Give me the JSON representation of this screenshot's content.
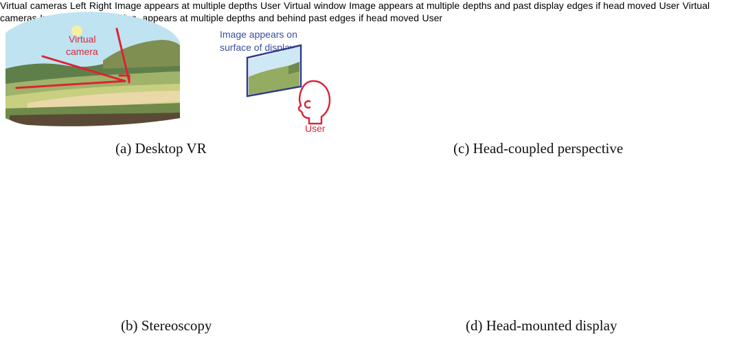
{
  "captions": {
    "a": "(a) Desktop VR",
    "b": "(b) Stereoscopy",
    "c": "(c) Head-coupled perspective",
    "d": "(d) Head-mounted display"
  },
  "panel_a": {
    "camera_label": [
      "Virtual",
      "camera"
    ],
    "note": [
      "Image appears on",
      "surface of display"
    ],
    "user": "User"
  },
  "panel_b": {
    "camera_label": [
      "Virtual",
      "cameras"
    ],
    "left": "Left",
    "right": "Right",
    "note": [
      "Image appears at",
      "multiple depths"
    ],
    "user": "User"
  },
  "panel_c": {
    "window_label": [
      "Virtual",
      "window"
    ],
    "note": [
      "Image appears at multiple",
      "depths and past display",
      "edges if head moved"
    ],
    "user": "User"
  },
  "panel_d": {
    "camera_label": [
      "Virtual",
      "cameras"
    ],
    "note": [
      "Image fills users vision,",
      "appears at multiple depths",
      "and behind past edges",
      "if head moved"
    ],
    "user": "User"
  },
  "colors": {
    "sky": "#bfe3f1",
    "hills_dark": "#5c7a47",
    "field_light": "#c6cf7a",
    "path": "#e9d7a8",
    "soil": "#5a4a35",
    "red": "#d6283a",
    "blue": "#2c3a8c",
    "cyan": "#5cc7cb"
  },
  "icons": [
    "user-head-icon",
    "sun-icon"
  ]
}
